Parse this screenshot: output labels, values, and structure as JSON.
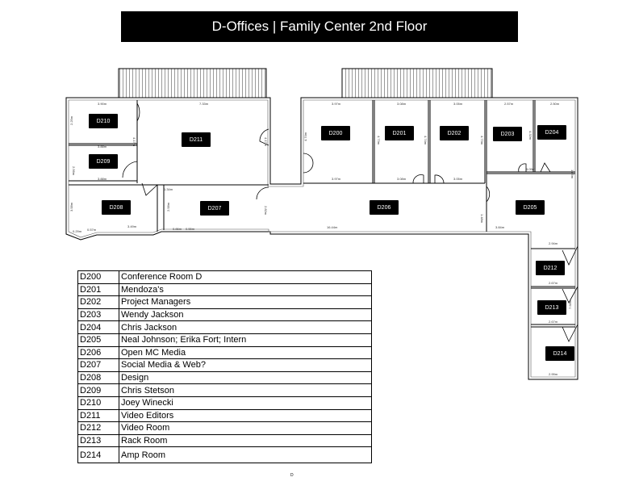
{
  "title": "D-Offices | Family Center 2nd Floor",
  "rooms": {
    "D200": "D200",
    "D201": "D201",
    "D202": "D202",
    "D203": "D203",
    "D204": "D204",
    "D205": "D205",
    "D206": "D206",
    "D207": "D207",
    "D208": "D208",
    "D209": "D209",
    "D210": "D210",
    "D211": "D211",
    "D212": "D212",
    "D213": "D213",
    "D214": "D214"
  },
  "dims": [
    "3.90m",
    "2.25m",
    "3.88m",
    "2.56m",
    "3.88m",
    "7.33m",
    "4.17m",
    "4.17m",
    "3.58m",
    "3.49m",
    "1.34m",
    "2.58m",
    "2.82m",
    "3.97m",
    "4.74m",
    "3.97m",
    "3.08m",
    "4.73m",
    "3.08m",
    "3.05m",
    "4.74m",
    "4.73m",
    "3.05m",
    "2.57m",
    "4.32m",
    "2.50m",
    "5.09m",
    "1.85m",
    "16.44m",
    "3.84m",
    "2.94m",
    "2.67m",
    "2.67m",
    "7.58m",
    "2.99m",
    "1.48m",
    "0.29m",
    "0.57m",
    "0.86m",
    "0.55m"
  ],
  "legend": [
    {
      "code": "D200",
      "name": "Conference Room D"
    },
    {
      "code": "D201",
      "name": "Mendoza's"
    },
    {
      "code": "D202",
      "name": "Project Managers"
    },
    {
      "code": "D203",
      "name": "Wendy Jackson"
    },
    {
      "code": "D204",
      "name": "Chris Jackson"
    },
    {
      "code": "D205",
      "name": "Neal Johnson; Erika Fort; Intern"
    },
    {
      "code": "D206",
      "name": "Open MC Media"
    },
    {
      "code": "D207",
      "name": "Social Media & Web?"
    },
    {
      "code": "D208",
      "name": "Design"
    },
    {
      "code": "D209",
      "name": "Chris Stetson"
    },
    {
      "code": "D210",
      "name": "Joey Winecki"
    },
    {
      "code": "D211",
      "name": "Video Editors"
    },
    {
      "code": "D212",
      "name": "Video Room"
    },
    {
      "code": "D213",
      "name": "Rack Room"
    },
    {
      "code": "D214",
      "name": "Amp Room"
    }
  ],
  "footer": "D"
}
